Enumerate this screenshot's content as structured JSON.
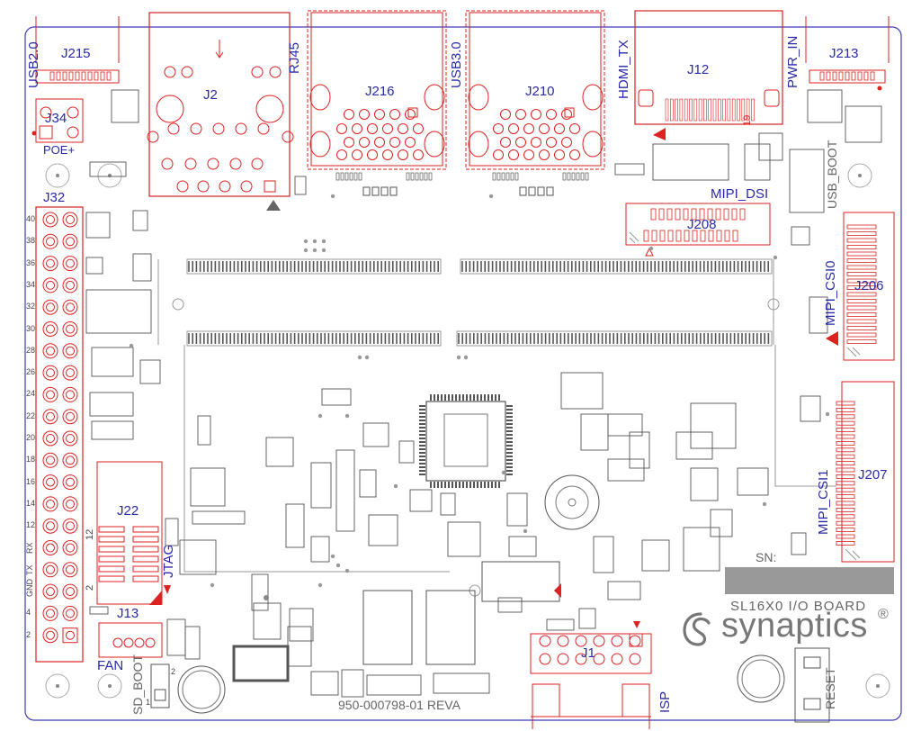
{
  "board": {
    "title": "SL16X0 I/O BOARD",
    "part_number": "950-000798-01 REVA",
    "brand": "synaptics",
    "registered_mark": "®",
    "sn_label": "SN:"
  },
  "connectors": {
    "usb2": "USB2.0",
    "j215": "J215",
    "j2": "J2",
    "rj45": "RJ45",
    "j216": "J216",
    "usb3": "USB3.0",
    "j210": "J210",
    "hdmi_tx": "HDMI_TX",
    "j12": "J12",
    "pwr_in": "PWR_IN",
    "j213": "J213",
    "j34": "J34",
    "poe": "POE+",
    "j32": "J32",
    "usb_boot": "USB_BOOT",
    "mipi_dsi": "MIPI_DSI",
    "j208": "J208",
    "mipi_csi0": "MIPI_CSI0",
    "j206": "J206",
    "mipi_csi1": "MIPI_CSI1",
    "j207": "J207",
    "j22": "J22",
    "jtag": "JTAG",
    "j13": "J13",
    "fan": "FAN",
    "sd_boot": "SD_BOOT",
    "j1": "J1",
    "isp": "ISP",
    "reset": "RESET"
  },
  "pin_labels": {
    "j12_pin19": "19",
    "j22_pin12": "12",
    "j22_pin2": "2",
    "sd_pin1": "1",
    "sd_pin2": "2",
    "j32_rows": [
      "40",
      "38",
      "36",
      "34",
      "32",
      "30",
      "28",
      "26",
      "24",
      "22",
      "20",
      "18",
      "16",
      "14",
      "12",
      "RX",
      "TX",
      "GND",
      "4",
      "2"
    ]
  },
  "colors": {
    "outline": "#3a3ab8",
    "silk": "#dd2222",
    "component": "#555555",
    "label": "#2a2aa8",
    "strip": "#999999"
  }
}
